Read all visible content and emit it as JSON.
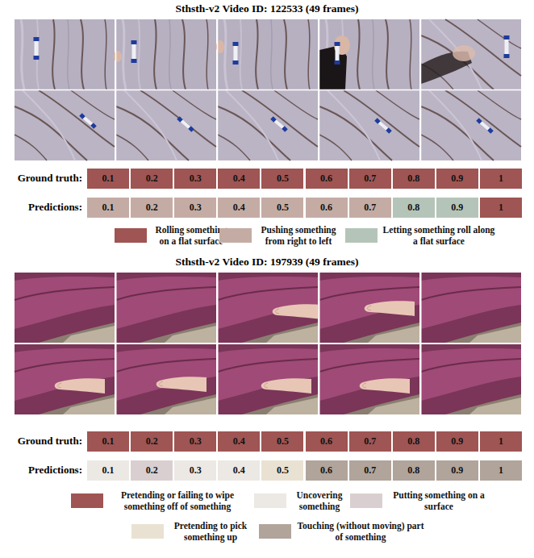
{
  "diagram": {
    "nodes": [
      {
        "text": [
          "0.1"
        ]
      },
      {
        "text": [
          "0.2"
        ]
      },
      {
        "text": [
          "0.3"
        ]
      },
      {
        "text": [
          "0.4"
        ]
      },
      {
        "text": [
          "0.5"
        ]
      },
      {
        "text": [
          "0.6"
        ]
      },
      {
        "text": [
          "0.7"
        ]
      },
      {
        "text": [
          "0.8"
        ]
      },
      {
        "text": [
          "0.9"
        ]
      },
      {
        "text": [
          "1"
        ]
      },
      {
        "text": [
          "0.1"
        ]
      },
      {
        "text": [
          "0.2"
        ]
      },
      {
        "text": [
          "0.3"
        ]
      },
      {
        "text": [
          "0.4"
        ]
      },
      {
        "text": [
          "0.5"
        ]
      },
      {
        "text": [
          "0.6"
        ]
      },
      {
        "text": [
          "0.7"
        ]
      },
      {
        "text": [
          "0.8"
        ]
      },
      {
        "text": [
          "0.9"
        ]
      },
      {
        "text": [
          "1"
        ]
      },
      {
        "text": [
          "0.1"
        ]
      },
      {
        "text": [
          "0.2"
        ]
      },
      {
        "text": [
          "0.3"
        ]
      },
      {
        "text": [
          "0.4"
        ]
      },
      {
        "text": [
          "0.5"
        ]
      },
      {
        "text": [
          "0.6"
        ]
      },
      {
        "text": [
          "0.7"
        ]
      },
      {
        "text": [
          "0.8"
        ]
      },
      {
        "text": [
          "0.9"
        ]
      },
      {
        "text": [
          "1"
        ]
      },
      {
        "text": [
          "0.1"
        ]
      },
      {
        "text": [
          "0.2"
        ]
      },
      {
        "text": [
          "0.3"
        ]
      },
      {
        "text": [
          "0.4"
        ]
      },
      {
        "text": [
          "0.5"
        ]
      },
      {
        "text": [
          "0.6"
        ]
      },
      {
        "text": [
          "0.7"
        ]
      },
      {
        "text": [
          "0.8"
        ]
      },
      {
        "text": [
          "0.9"
        ]
      },
      {
        "text": [
          "1"
        ]
      }
    ],
    "labels": [
      "Sthsth-v2 Video ID: 122533 (49 frames)",
      "Ground truth:",
      "Predictions:",
      "Sthsth-v2 Video ID: 197939 (49 frames)",
      "Ground truth:",
      "Predictions:"
    ],
    "legend": [
      {
        "text": "Rolling something on a flat surface",
        "color": "#9e5553"
      },
      {
        "text": "Pushing something from right to left",
        "color": "#c4aca4"
      },
      {
        "text": "Letting something roll along a flat surface",
        "color": "#b5c4b8"
      },
      {
        "text": "Pretending or failing to wipe something off of something",
        "color": "#9e5553"
      },
      {
        "text": "Uncovering something",
        "color": "#ece8e4"
      },
      {
        "text": "Putting something on a surface",
        "color": "#d9cfd1"
      },
      {
        "text": "Pretending to pick something up",
        "color": "#e9e2d3"
      },
      {
        "text": "Touching (without moving) part of something",
        "color": "#b1a49b"
      }
    ]
  }
}
